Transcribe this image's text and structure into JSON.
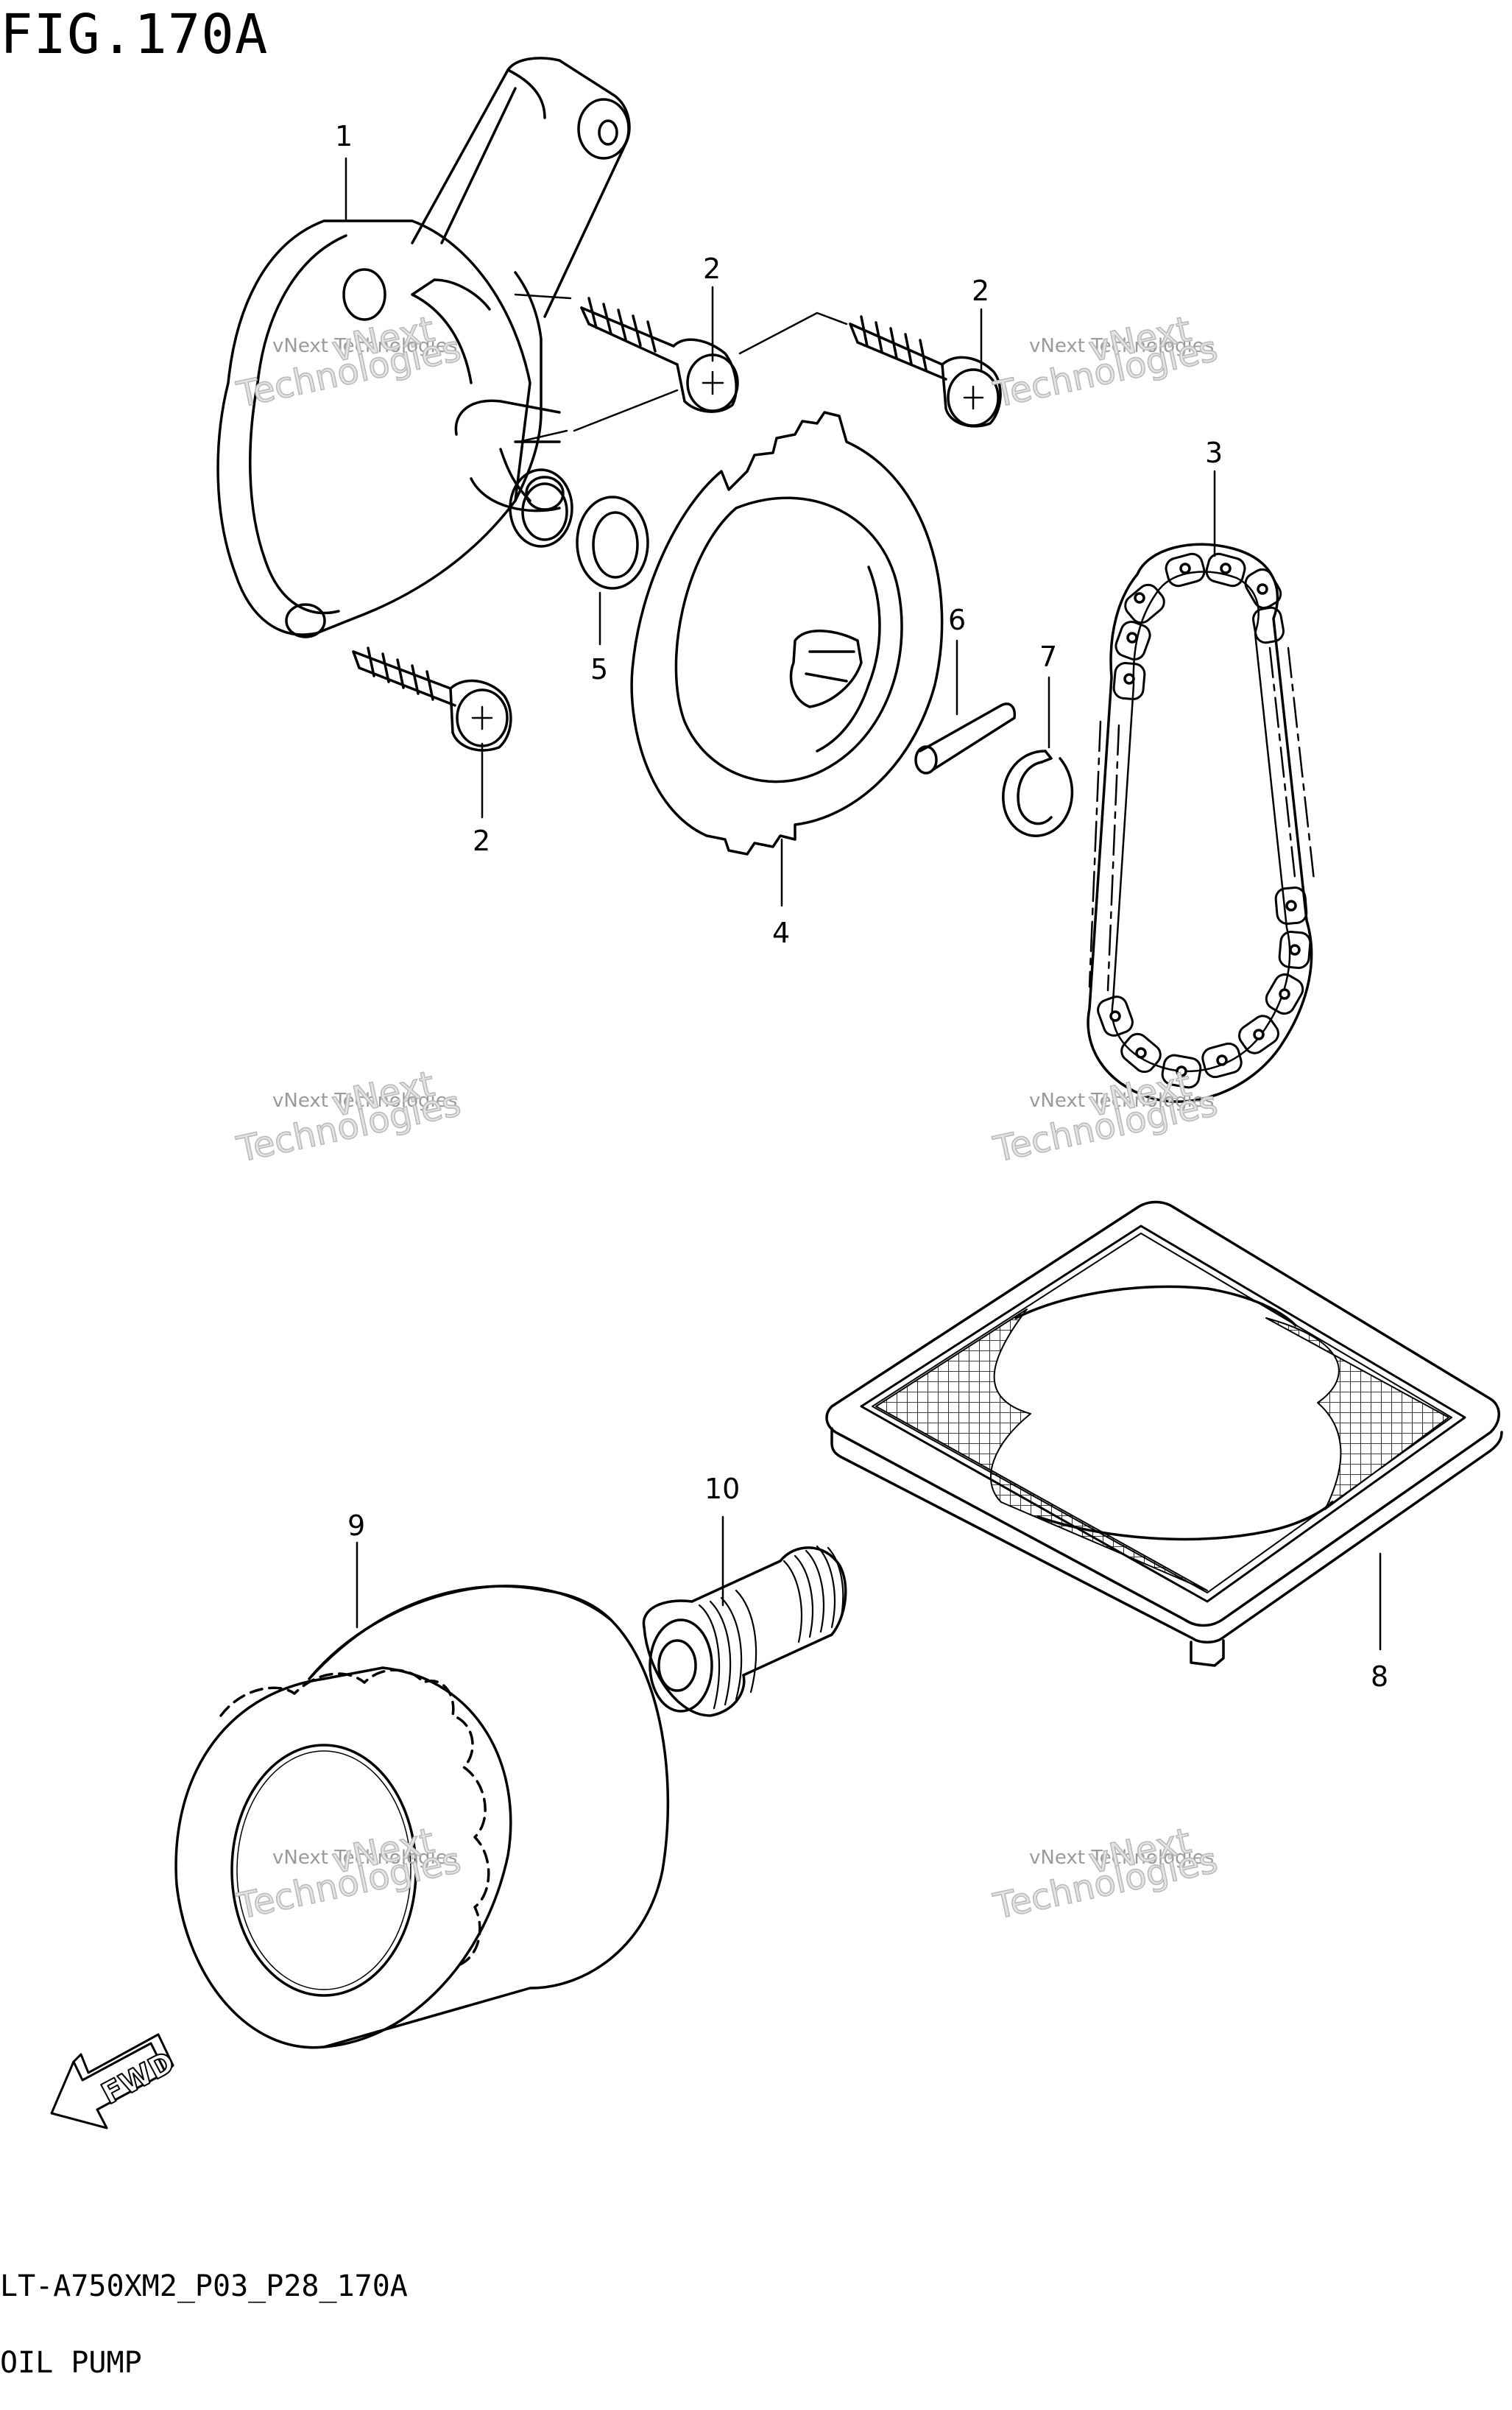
{
  "figure": {
    "title": "FIG.170A",
    "code": "LT-A750XM2_P03_P28_170A",
    "name": "OIL PUMP"
  },
  "callouts": [
    "1",
    "2",
    "2",
    "2",
    "3",
    "4",
    "5",
    "6",
    "7",
    "8",
    "9",
    "10"
  ],
  "fwd_label": "FWD",
  "watermark": {
    "line_small": "vNext Technologies",
    "line_big_1": "vNext",
    "line_big_2": "Technologies"
  },
  "colors": {
    "line": "#000000",
    "background": "#ffffff",
    "watermark": "#b9b9b9"
  }
}
